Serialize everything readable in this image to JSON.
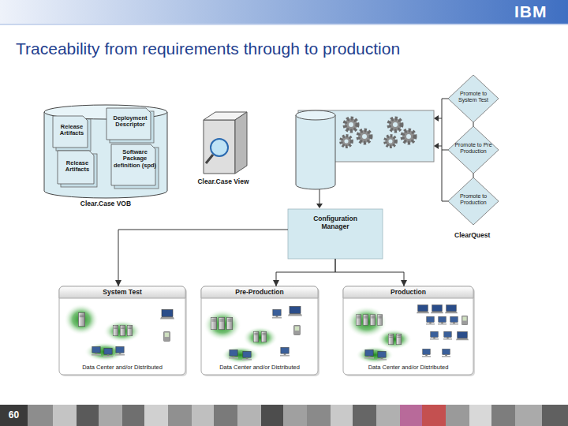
{
  "diagram": {
    "title": "Traceability from requirements through to production",
    "nodes": [
      {
        "text": [
          "Clear.Case VOB"
        ]
      },
      {
        "text": [
          "Release Artifacts"
        ],
        "in": 0
      },
      {
        "text": [
          "Deployment Descriptor"
        ],
        "in": 0
      },
      {
        "text": [
          "Release Artifacts"
        ],
        "in": 0
      },
      {
        "text": [
          "Software Package definition (spd)"
        ],
        "in": 0
      },
      {
        "text": [
          "Clear.Case View"
        ]
      },
      {
        "text": [
          "Promote to System Test"
        ]
      },
      {
        "text": [
          "Promote to Pre Production"
        ]
      },
      {
        "text": [
          "Promote to Production"
        ]
      },
      {
        "text": [
          "Configuration Manager"
        ]
      },
      {
        "text": [
          "System Test",
          "Data Center and/or Distributed"
        ]
      },
      {
        "text": [
          "Pre-Production",
          "Data Center and/or Distributed"
        ]
      },
      {
        "text": [
          "Production",
          "Data Center and/or Distributed"
        ]
      }
    ],
    "edges": [
      {
        "from": 6,
        "to": 7,
        "arrow": "none"
      },
      {
        "from": 7,
        "to": 8,
        "arrow": "none"
      },
      {
        "from": 9,
        "to": 10,
        "arrow": "to"
      },
      {
        "from": 9,
        "to": 11,
        "arrow": "to"
      },
      {
        "from": 9,
        "to": 12,
        "arrow": "to"
      }
    ],
    "labels": [
      "IBM",
      "ClearQuest",
      "60"
    ]
  }
}
